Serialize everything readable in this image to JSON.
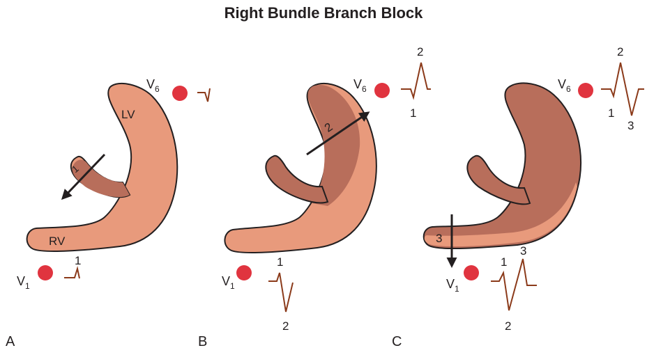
{
  "title": "Right Bundle Branch Block",
  "colors": {
    "muscle_light": "#e89a7c",
    "muscle_dark": "#b86e5b",
    "outline": "#231f20",
    "electrode": "#e0343f",
    "ecg_trace": "#8b3a1a"
  },
  "panels": [
    {
      "letter": "A",
      "lv_label": "LV",
      "rv_label": "RV",
      "vector_label": "1",
      "v6": {
        "lead": "V",
        "sub": "6"
      },
      "v1": {
        "lead": "V",
        "sub": "1",
        "wave_labels": [
          "1"
        ]
      }
    },
    {
      "letter": "B",
      "vector_label": "2",
      "v6": {
        "lead": "V",
        "sub": "6",
        "wave_labels": [
          "2",
          "1"
        ]
      },
      "v1": {
        "lead": "V",
        "sub": "1",
        "wave_labels": [
          "1",
          "2"
        ]
      }
    },
    {
      "letter": "C",
      "vector_label": "3",
      "v6": {
        "lead": "V",
        "sub": "6",
        "wave_labels": [
          "2",
          "1",
          "3"
        ]
      },
      "v1": {
        "lead": "V",
        "sub": "1",
        "wave_labels": [
          "1",
          "3",
          "2"
        ]
      }
    }
  ]
}
